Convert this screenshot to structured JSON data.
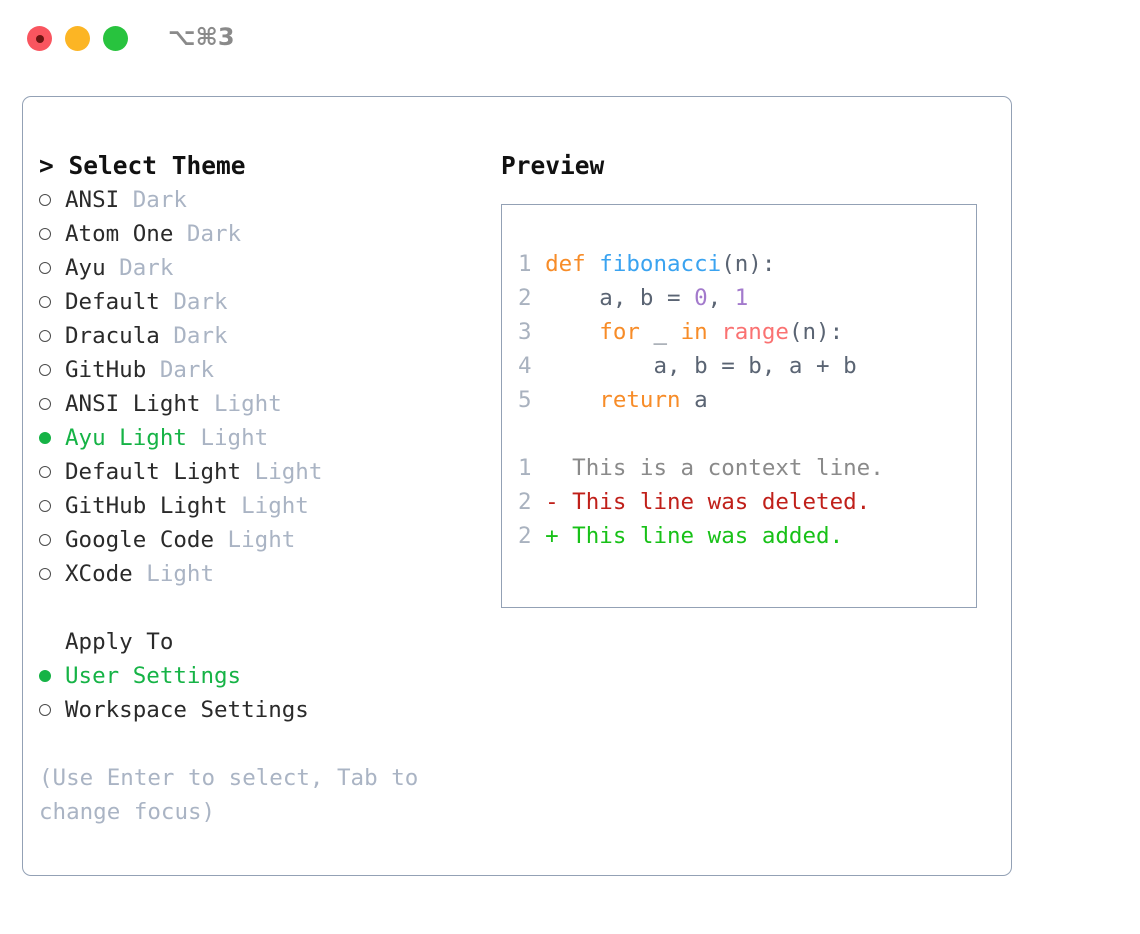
{
  "window": {
    "shortcut": "⌥⌘3",
    "traffic_lights": [
      {
        "name": "close",
        "color": "#f9555f"
      },
      {
        "name": "minimize",
        "color": "#fcb524"
      },
      {
        "name": "maximize",
        "color": "#28c33e"
      }
    ]
  },
  "left": {
    "title": "> Select Theme",
    "themes": [
      {
        "name": "ANSI",
        "tag": "Dark",
        "selected": false
      },
      {
        "name": "Atom One",
        "tag": "Dark",
        "selected": false
      },
      {
        "name": "Ayu",
        "tag": "Dark",
        "selected": false
      },
      {
        "name": "Default",
        "tag": "Dark",
        "selected": false
      },
      {
        "name": "Dracula",
        "tag": "Dark",
        "selected": false
      },
      {
        "name": "GitHub",
        "tag": "Dark",
        "selected": false
      },
      {
        "name": "ANSI Light",
        "tag": "Light",
        "selected": false
      },
      {
        "name": "Ayu Light",
        "tag": "Light",
        "selected": true
      },
      {
        "name": "Default Light",
        "tag": "Light",
        "selected": false
      },
      {
        "name": "GitHub Light",
        "tag": "Light",
        "selected": false
      },
      {
        "name": "Google Code",
        "tag": "Light",
        "selected": false
      },
      {
        "name": "XCode",
        "tag": "Light",
        "selected": false
      }
    ],
    "apply_to_title": "Apply To",
    "apply_to": [
      {
        "name": "User Settings",
        "selected": true
      },
      {
        "name": "Workspace Settings",
        "selected": false
      }
    ],
    "hint": "(Use Enter to select, Tab to change focus)"
  },
  "right": {
    "title": "Preview",
    "code_lines": [
      {
        "num": "1",
        "tokens": [
          {
            "t": "def ",
            "c": "kw"
          },
          {
            "t": "fibonacci",
            "c": "fn"
          },
          {
            "t": "(n):",
            "c": "pl"
          }
        ]
      },
      {
        "num": "2",
        "tokens": [
          {
            "t": "    a, b = ",
            "c": "pl"
          },
          {
            "t": "0",
            "c": "num"
          },
          {
            "t": ", ",
            "c": "pl"
          },
          {
            "t": "1",
            "c": "num"
          }
        ]
      },
      {
        "num": "3",
        "tokens": [
          {
            "t": "    ",
            "c": "pl"
          },
          {
            "t": "for",
            "c": "kw"
          },
          {
            "t": " _ ",
            "c": "pl"
          },
          {
            "t": "in",
            "c": "kw"
          },
          {
            "t": " ",
            "c": "pl"
          },
          {
            "t": "range",
            "c": "bi"
          },
          {
            "t": "(n):",
            "c": "pl"
          }
        ]
      },
      {
        "num": "4",
        "tokens": [
          {
            "t": "        a, b = b, a + b",
            "c": "pl"
          }
        ]
      },
      {
        "num": "5",
        "tokens": [
          {
            "t": "    ",
            "c": "pl"
          },
          {
            "t": "return",
            "c": "kw"
          },
          {
            "t": " a",
            "c": "pl"
          }
        ]
      }
    ],
    "diff_lines": [
      {
        "num": "1",
        "marker": "  ",
        "text": "This is a context line.",
        "kind": "ctx"
      },
      {
        "num": "2",
        "marker": "- ",
        "text": "This line was deleted.",
        "kind": "del"
      },
      {
        "num": "2",
        "marker": "+ ",
        "text": "This line was added.",
        "kind": "add"
      }
    ]
  },
  "colors": {
    "accent_green": "#16b346",
    "muted": "#aab4c4",
    "border": "#93a1b5",
    "keyword": "#f78c28",
    "function": "#3aa3f0",
    "number": "#a37acc",
    "builtin": "#fa7272",
    "diff_add": "#18c118",
    "diff_del": "#c0201a"
  }
}
